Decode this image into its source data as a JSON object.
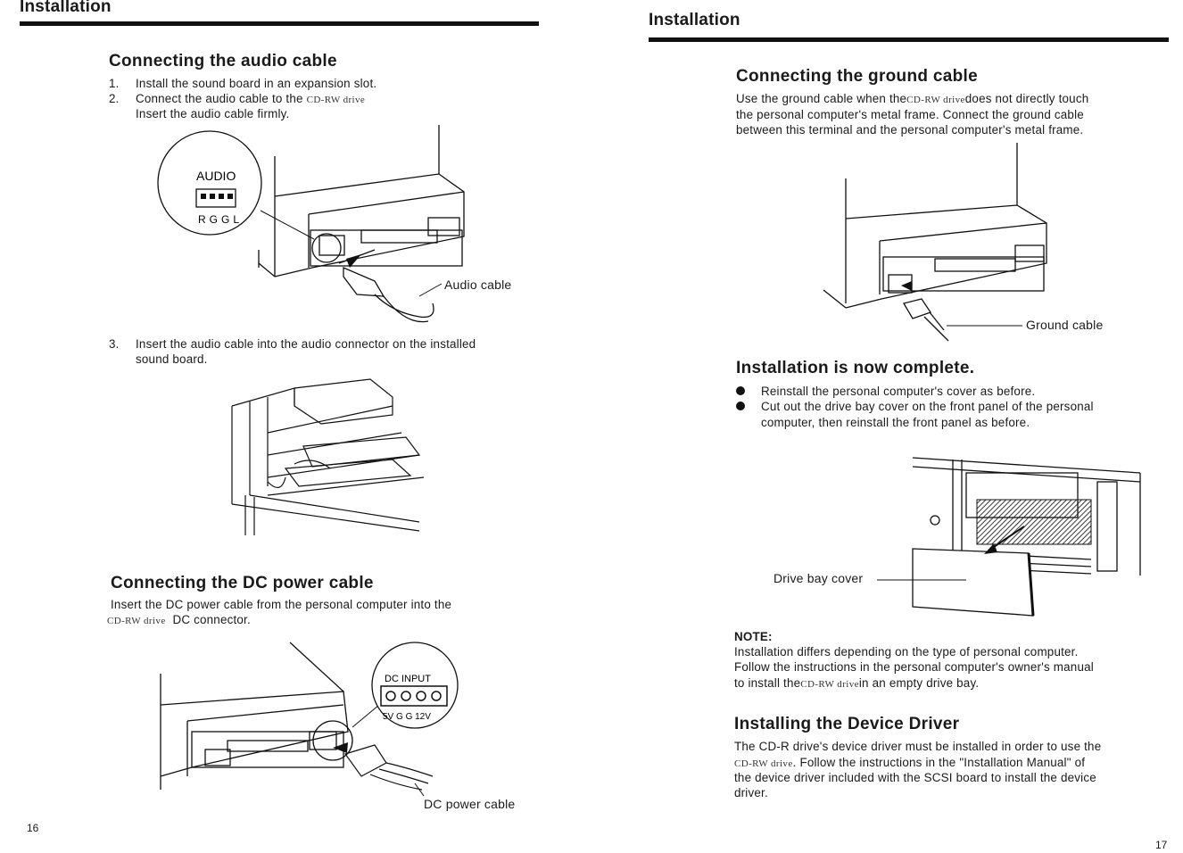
{
  "left": {
    "header": "Installation",
    "page_number": "16",
    "audio": {
      "title": "Connecting the audio cable",
      "step1_num": "1.",
      "step1": "Install the sound board in an expansion slot.",
      "step2_num": "2.",
      "step2_a": "Connect the audio cable to the",
      "step2_drive": "CD-RW drive",
      "step2_b": "Insert the audio cable firmly.",
      "fig_connector_label": "AUDIO",
      "fig_pins": "RGGL",
      "fig_callout": "Audio cable",
      "step3_num": "3.",
      "step3_a": "Insert the audio cable into the audio connector on the installed",
      "step3_b": "sound board."
    },
    "dc": {
      "title": "Connecting the DC power cable",
      "text_a": "Insert the DC power cable from the personal computer into the",
      "drive": "CD-RW drive",
      "text_b": "DC connector.",
      "fig_connector_label": "DC INPUT",
      "fig_pins": "5V G G 12V",
      "fig_callout": "DC power cable"
    }
  },
  "right": {
    "header": "Installation",
    "page_number": "17",
    "ground": {
      "title": "Connecting the ground cable",
      "line1_a": "Use the ground cable when the",
      "drive": "CD-RW drive",
      "line1_b": "does not directly touch",
      "line2": "the personal computer's metal frame. Connect the ground cable",
      "line3": "between this terminal and the personal computer's metal frame.",
      "fig_callout": "Ground cable"
    },
    "complete": {
      "title": "Installation is now complete.",
      "bullet1": "Reinstall the personal computer's cover as before.",
      "bullet2_a": "Cut out the drive bay cover on the front panel of the personal",
      "bullet2_b": "computer, then reinstall the front panel as before.",
      "fig_callout": "Drive bay cover"
    },
    "note": {
      "label": "NOTE:",
      "line1": "Installation differs depending on the type of personal computer.",
      "line2": "Follow the instructions in the personal computer's owner's manual",
      "line3_a": "to install the",
      "drive": "CD-RW drive",
      "line3_b": "in an empty drive bay."
    },
    "driver": {
      "title": "Installing the Device Driver",
      "line1": "The CD-R drive's device driver must be installed in order to use the",
      "drive": "CD-RW drive",
      "line2_b": ". Follow the instructions in the \"Installation Manual\" of",
      "line3": "the device driver included with the SCSI board to install the device",
      "line4": "driver."
    }
  }
}
